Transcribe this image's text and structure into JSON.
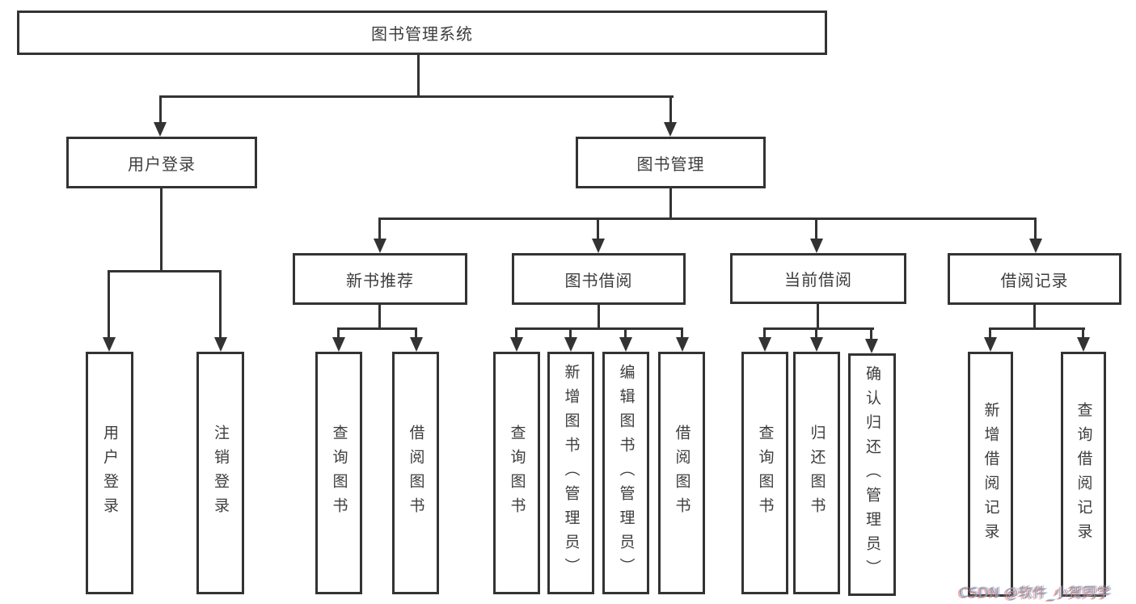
{
  "diagram": {
    "root": {
      "label": "图书管理系统"
    },
    "level2": [
      {
        "id": "user-login",
        "label": "用户登录"
      },
      {
        "id": "book-management",
        "label": "图书管理"
      }
    ],
    "level3": [
      {
        "id": "new-book-recommend",
        "label": "新书推荐"
      },
      {
        "id": "book-borrow",
        "label": "图书借阅"
      },
      {
        "id": "current-borrow",
        "label": "当前借阅"
      },
      {
        "id": "borrow-records",
        "label": "借阅记录"
      }
    ],
    "leaves": [
      {
        "parent": "user-login",
        "label": "用户登录"
      },
      {
        "parent": "user-login",
        "label": "注销登录"
      },
      {
        "parent": "new-book-recommend",
        "label": "查询图书"
      },
      {
        "parent": "new-book-recommend",
        "label": "借阅图书"
      },
      {
        "parent": "book-borrow",
        "label": "查询图书"
      },
      {
        "parent": "book-borrow",
        "label": "新增图书（管理员）"
      },
      {
        "parent": "book-borrow",
        "label": "编辑图书（管理员）"
      },
      {
        "parent": "book-borrow",
        "label": "借阅图书"
      },
      {
        "parent": "current-borrow",
        "label": "查询图书"
      },
      {
        "parent": "current-borrow",
        "label": "归还图书"
      },
      {
        "parent": "current-borrow",
        "label": "确认归还（管理员）"
      },
      {
        "parent": "borrow-records",
        "label": "新增借阅记录"
      },
      {
        "parent": "borrow-records",
        "label": "查询借阅记录"
      }
    ]
  },
  "watermark": {
    "text": "CSDN @软件_小贺同学"
  },
  "colors": {
    "line": "#333333",
    "text": "#3d3d3d",
    "background": "#ffffff",
    "watermark": "#9b9b9b"
  }
}
